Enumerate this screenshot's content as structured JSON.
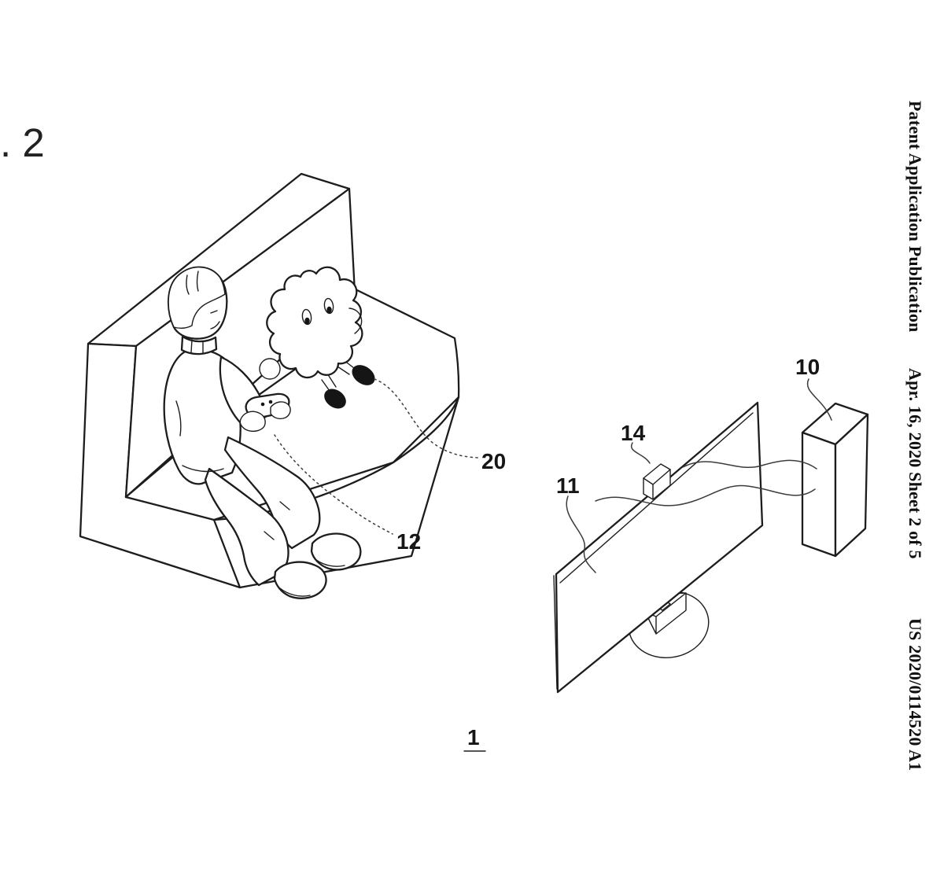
{
  "page": {
    "background": "#ffffff",
    "ink": "#1d1d1d"
  },
  "fig": {
    "caption_fragment": ". 2",
    "bottom_ref": "1"
  },
  "callouts": {
    "robot": "20",
    "controller": "12",
    "display": "11",
    "camera": "14",
    "console": "10"
  },
  "margin_header": {
    "publication": "Patent Application Publication",
    "date_sheet": "Apr. 16, 2020  Sheet 2 of 5",
    "doc_number": "US 2020/0114520 A1"
  }
}
